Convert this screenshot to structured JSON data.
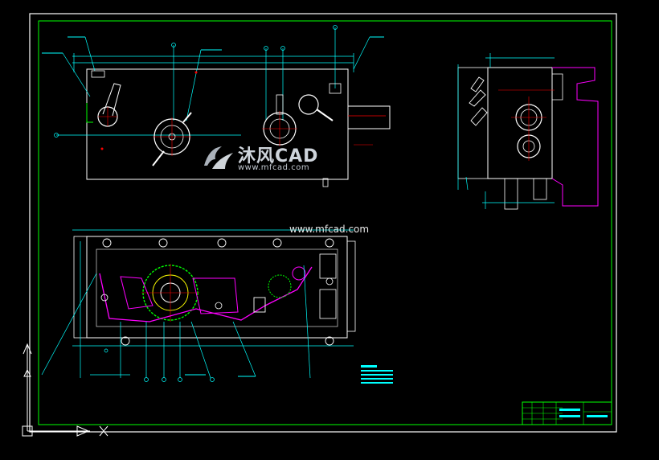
{
  "watermark": {
    "brand_text": "沐风CAD",
    "brand_url": "www.mfcad.com",
    "site_text": "www.mfcad.com"
  },
  "colors": {
    "background": "#000000",
    "frame": "#ffffff",
    "inner_frame": "#00ff00",
    "geometry": "#ffffff",
    "dimension": "#00ffff",
    "center_line": "#ff0000",
    "magenta": "#ff00ff",
    "green": "#00ff00",
    "yellow": "#ffff00"
  },
  "views": [
    "front-view",
    "side-view",
    "top-section-view"
  ],
  "title_block": {
    "present": true
  }
}
